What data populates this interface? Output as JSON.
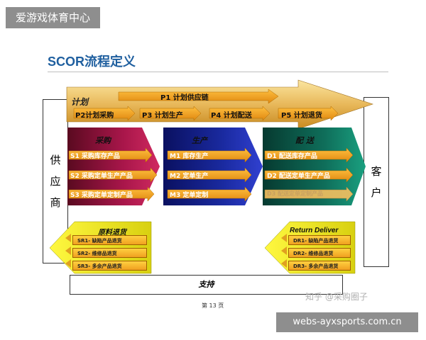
{
  "watermark_top": "爱游戏体育中心",
  "watermark_bottom": "webs-ayxsports.com.cn",
  "title": "SCOR流程定义",
  "plan": {
    "label": "计划",
    "p1": "P1  计划供应链",
    "steps": [
      "P2计划采购",
      "P3  计划生产",
      "P4  计划配送",
      "P5  计划退货"
    ]
  },
  "supplier": [
    "供",
    "应",
    "商"
  ],
  "customer": [
    "客",
    "户"
  ],
  "source": {
    "label": "采购",
    "items": [
      "S1  采购库存产品",
      "S2  采购定单生产产品",
      "S3  采购定单定制产品"
    ]
  },
  "make": {
    "label": "生产",
    "items": [
      "M1   库存生产",
      "M2   定单生产",
      "M3   定单定制"
    ]
  },
  "deliver": {
    "label": "配 送",
    "items": [
      "D1   配送库存产品",
      "D2   配送定单生产产品",
      "D3  配送定单定制产品"
    ]
  },
  "source_return": {
    "label": "原料退货",
    "items": [
      "SR1- 缺陷产品退货",
      "SR2- 维修品退货",
      "SR3- 多余产品退货"
    ]
  },
  "deliver_return": {
    "label": "Return Deliver",
    "items": [
      "DR1- 缺陷产品退货",
      "DR2- 维修品退货",
      "DR3- 多余产品退货"
    ]
  },
  "support": "支持",
  "page_number": "第 13 页",
  "zhihu_mark": "知乎 @采购圈子",
  "colors": {
    "title": "#1f5f9f",
    "source": "#9e1040",
    "make": "#1a2a9a",
    "deliver": "#0f6e5a",
    "plan": "#f0a020",
    "return_fill": "#f2ec10"
  }
}
